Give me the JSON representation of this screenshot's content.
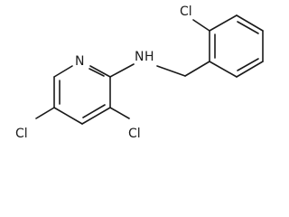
{
  "molecule": {
    "atoms": {
      "cl_benzyl": "Cl",
      "n_amine": "N",
      "h_amine": "H",
      "n_pyridine": "N",
      "cl_c3": "Cl",
      "cl_c5": "Cl"
    },
    "colors": {
      "bond": "#1a1a1a",
      "label": "#1a1a1a",
      "background": "#ffffff"
    }
  }
}
